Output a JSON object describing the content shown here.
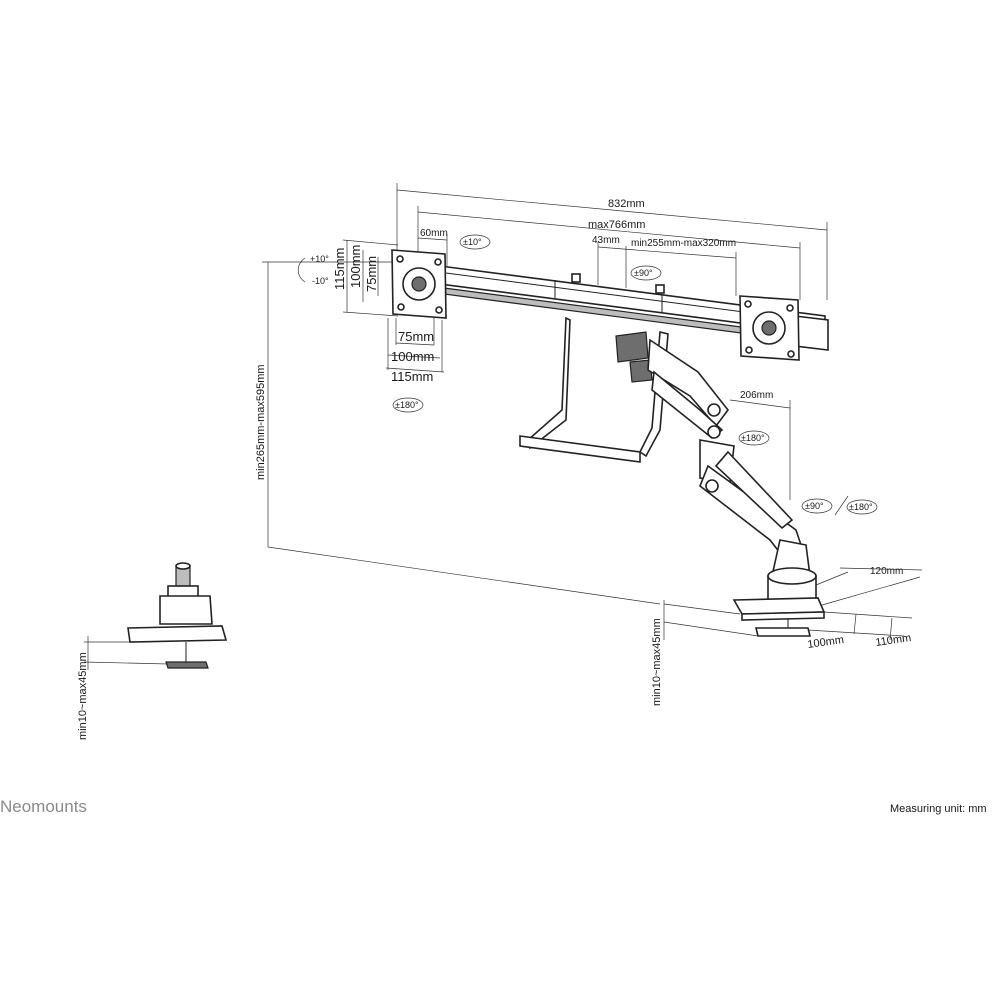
{
  "brand": "Neomounts",
  "measuring_unit": "Measuring unit: mm",
  "dimensions": {
    "total_width": "832mm",
    "max_width": "max766mm",
    "offset_60": "60mm",
    "offset_43": "43mm",
    "bar_range": "min255mm-max320mm",
    "vesa_h_115": "115mm",
    "vesa_h_100": "100mm",
    "vesa_h_75": "75mm",
    "vesa_w_75": "75mm",
    "vesa_w_100": "100mm",
    "vesa_w_115": "115mm",
    "height_range": "min265mm-max595mm",
    "arm_reach": "206mm",
    "base_width": "120mm",
    "base_depth_100": "100mm",
    "base_depth_110": "110mm",
    "desk_range_main": "min10~max45mm",
    "desk_range_clamp": "min10~max45mm"
  },
  "angles": {
    "tilt_up": "+10°",
    "tilt_down": "-10°",
    "tilt_10": "±10°",
    "rotate_90": "±90°",
    "swivel_180_left": "±180°",
    "swivel_180_arm": "±180°",
    "swivel_90": "±90°",
    "swivel_180_base": "±180°"
  }
}
